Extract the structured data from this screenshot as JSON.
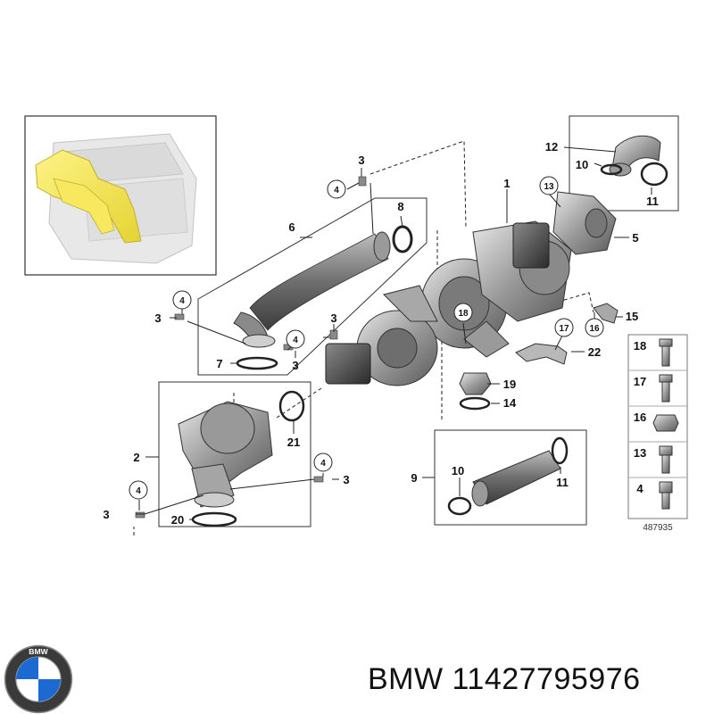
{
  "diagram": {
    "diagram_number": "487935",
    "callouts": {
      "c1": "1",
      "c2": "2",
      "c3a": "3",
      "c3b": "3",
      "c3c": "3",
      "c3d": "3",
      "c3e": "3",
      "c3f": "3",
      "c4a": "4",
      "c4b": "4",
      "c4c": "4",
      "c4d": "4",
      "c4e": "4",
      "c5": "5",
      "c6": "6",
      "c7": "7",
      "c8": "8",
      "c9": "9",
      "c10a": "10",
      "c10b": "10",
      "c11a": "11",
      "c11b": "11",
      "c12": "12",
      "c13": "13",
      "c14": "14",
      "c15": "15",
      "c16": "16",
      "c17": "17",
      "c18": "18",
      "c19": "19",
      "c20": "20",
      "c21": "21",
      "c22": "22"
    },
    "fastener_panel": [
      "18",
      "17",
      "16",
      "13",
      "4"
    ]
  },
  "brand": {
    "logo_letters": "BMW",
    "caption": "BMW 11427795976"
  }
}
